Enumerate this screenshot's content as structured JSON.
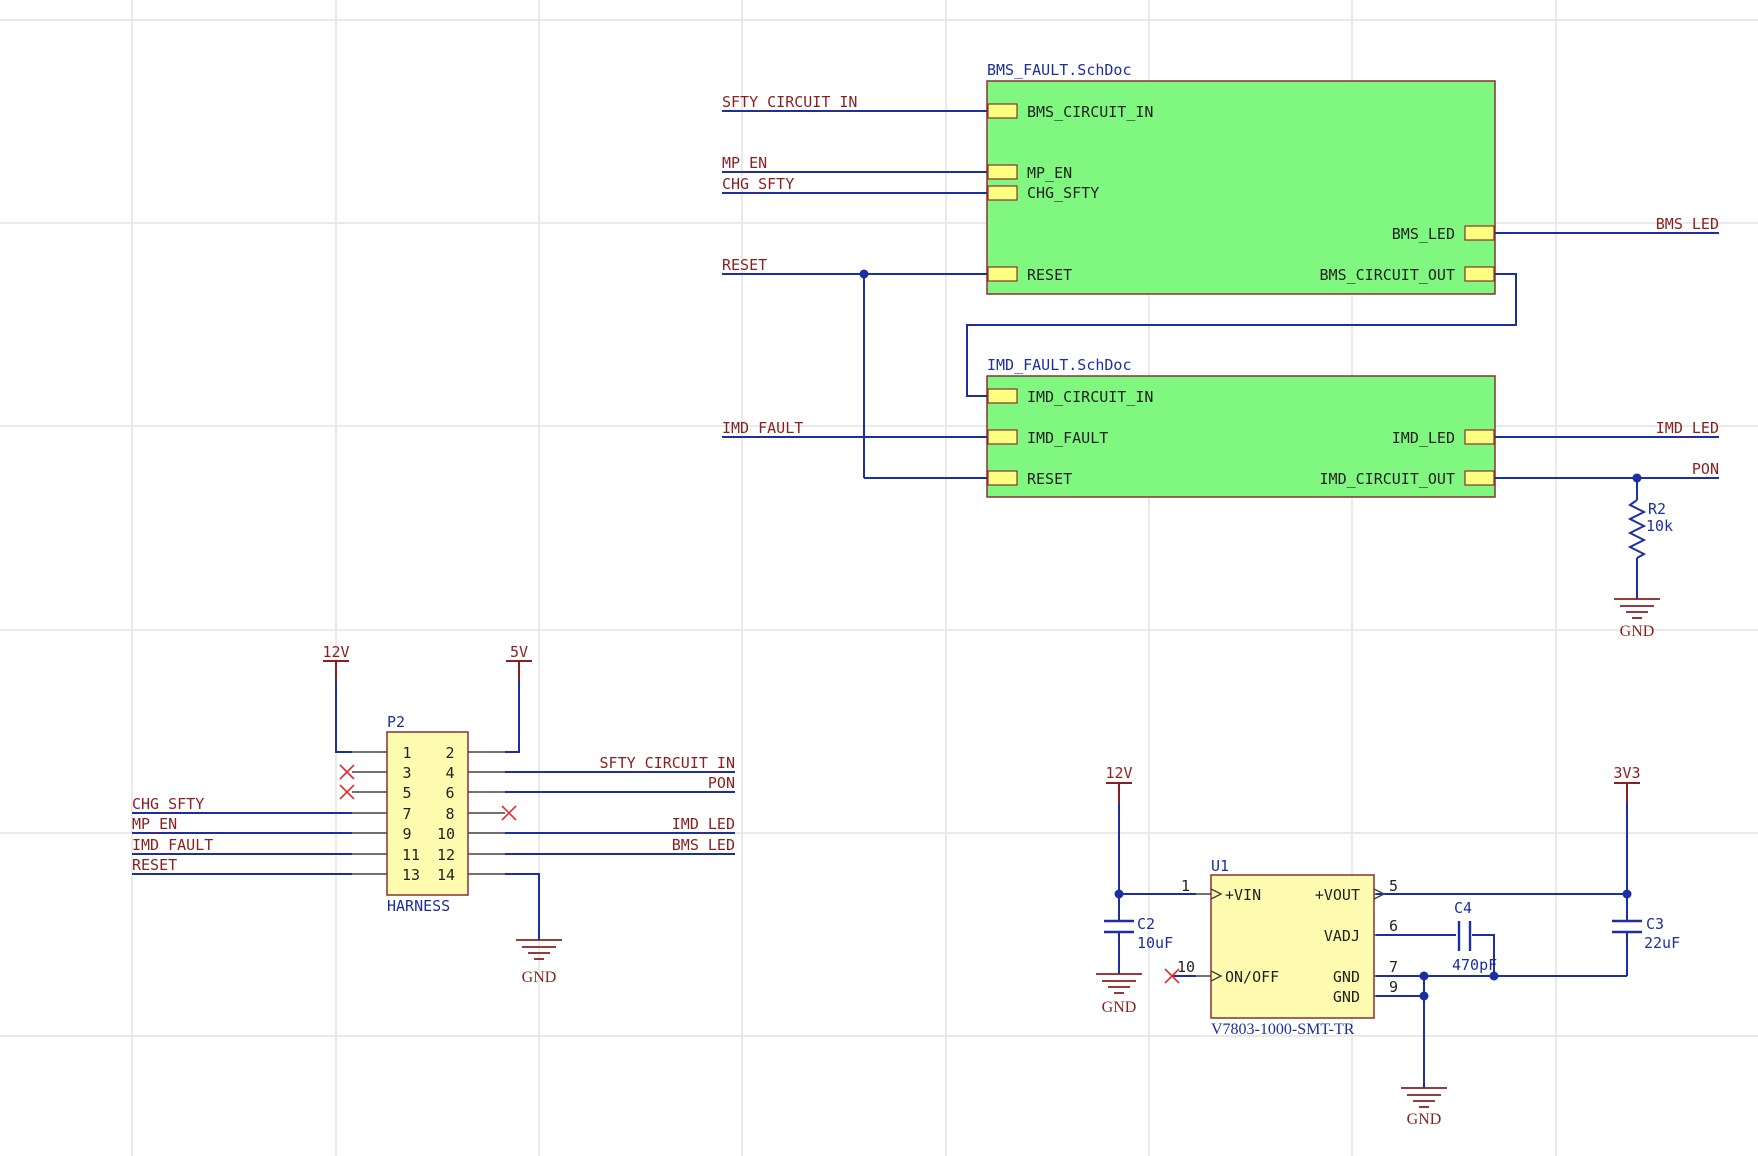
{
  "colors": {
    "background": "#ffffff",
    "grid": "#e4e4e4",
    "wire": "#1c2fa2",
    "net_label": "#8a1f1f",
    "power_port": "#8a1f1f",
    "sheet_fill": "#80f880",
    "sheet_border": "#8a3030",
    "sheet_entry_fill": "#ffff80",
    "component_fill": "#fffcb0",
    "designator": "#1c2fa2",
    "pin_text": "#222222",
    "no_erc": "#e03030"
  },
  "sheets": [
    {
      "name": "BMS_FAULT.SchDoc",
      "entries_left": [
        "BMS_CIRCUIT_IN",
        "MP_EN",
        "CHG_SFTY",
        "RESET"
      ],
      "entries_right": [
        "BMS_LED",
        "BMS_CIRCUIT_OUT"
      ]
    },
    {
      "name": "IMD_FAULT.SchDoc",
      "entries_left": [
        "IMD_CIRCUIT_IN",
        "IMD_FAULT",
        "RESET"
      ],
      "entries_right": [
        "IMD_LED",
        "IMD_CIRCUIT_OUT"
      ]
    }
  ],
  "net_labels": {
    "sfty_circuit_in": "SFTY_CIRCUIT_IN",
    "mp_en": "MP_EN",
    "chg_sfty": "CHG_SFTY",
    "reset": "RESET",
    "imd_fault": "IMD_FAULT",
    "bms_led": "BMS_LED",
    "imd_led": "IMD_LED",
    "pon": "PON"
  },
  "harness_connector": {
    "designator": "P2",
    "comment": "HARNESS",
    "pins_left": [
      "1",
      "3",
      "5",
      "7",
      "9",
      "11",
      "13"
    ],
    "pins_right": [
      "2",
      "4",
      "6",
      "8",
      "10",
      "12",
      "14"
    ],
    "left_nets": [
      "CHG_SFTY",
      "MP_EN",
      "IMD_FAULT",
      "RESET"
    ],
    "right_nets": [
      "SFTY_CIRCUIT_IN",
      "PON",
      "IMD_LED",
      "BMS_LED"
    ]
  },
  "power_ports": {
    "p12v": "12V",
    "p5v": "5V",
    "p3v3": "3V3",
    "gnd": "GND"
  },
  "resistor": {
    "designator": "R2",
    "value": "10k"
  },
  "capacitors": [
    {
      "designator": "C2",
      "value": "10uF"
    },
    {
      "designator": "C3",
      "value": "22uF"
    },
    {
      "designator": "C4",
      "value": "470pF"
    }
  ],
  "regulator": {
    "designator": "U1",
    "part": "V7803-1000-SMT-TR",
    "pins": [
      {
        "number": "1",
        "name": "+VIN"
      },
      {
        "number": "10",
        "name": "ON/OFF"
      },
      {
        "number": "5",
        "name": "+VOUT"
      },
      {
        "number": "6",
        "name": "VADJ"
      },
      {
        "number": "7",
        "name": "GND"
      },
      {
        "number": "9",
        "name": "GND"
      }
    ]
  }
}
